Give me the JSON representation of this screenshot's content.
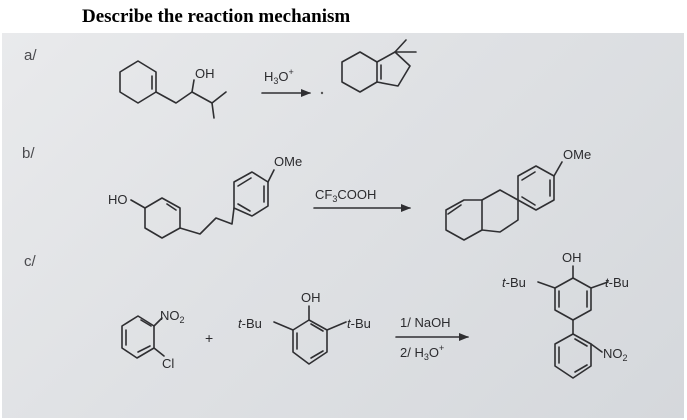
{
  "title": "Describe the reaction mechanism",
  "parts": [
    {
      "label": "a/",
      "reactant_labels": [
        "OH"
      ],
      "reagent": [
        "H",
        "3",
        "O",
        "+"
      ]
    },
    {
      "label": "b/",
      "reactant_labels": [
        "HO",
        "OMe"
      ],
      "reagent": [
        "CF",
        "3",
        "COOH"
      ],
      "product_labels": [
        "OMe"
      ]
    },
    {
      "label": "c/",
      "reactant1_labels": [
        "NO",
        "2",
        "Cl"
      ],
      "plus": "+",
      "reactant2_labels": [
        "OH",
        "t",
        "-Bu",
        "t",
        "-Bu"
      ],
      "reagent_line1": "1/ NaOH",
      "reagent_line2": [
        "2/ H",
        "3",
        "O",
        "+"
      ],
      "product_labels": [
        "OH",
        "t",
        "-Bu",
        "t",
        "-Bu",
        "NO",
        "2"
      ]
    }
  ]
}
